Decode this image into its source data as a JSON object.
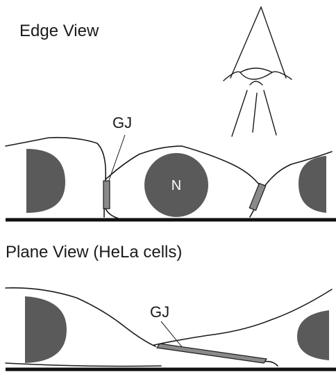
{
  "panels": {
    "edge_view": {
      "title": "Edge View",
      "junction_label": "GJ",
      "nucleus_label": "N"
    },
    "plane_view": {
      "title": "Plane View (HeLa cells)",
      "junction_label": "GJ"
    }
  },
  "colors": {
    "nucleus": "#5a5a5a",
    "junction": "#8a8a8a",
    "outline": "#1a1a1a",
    "background": "#ffffff"
  },
  "icons": {
    "viewer": "eye-viewpoint-icon"
  }
}
